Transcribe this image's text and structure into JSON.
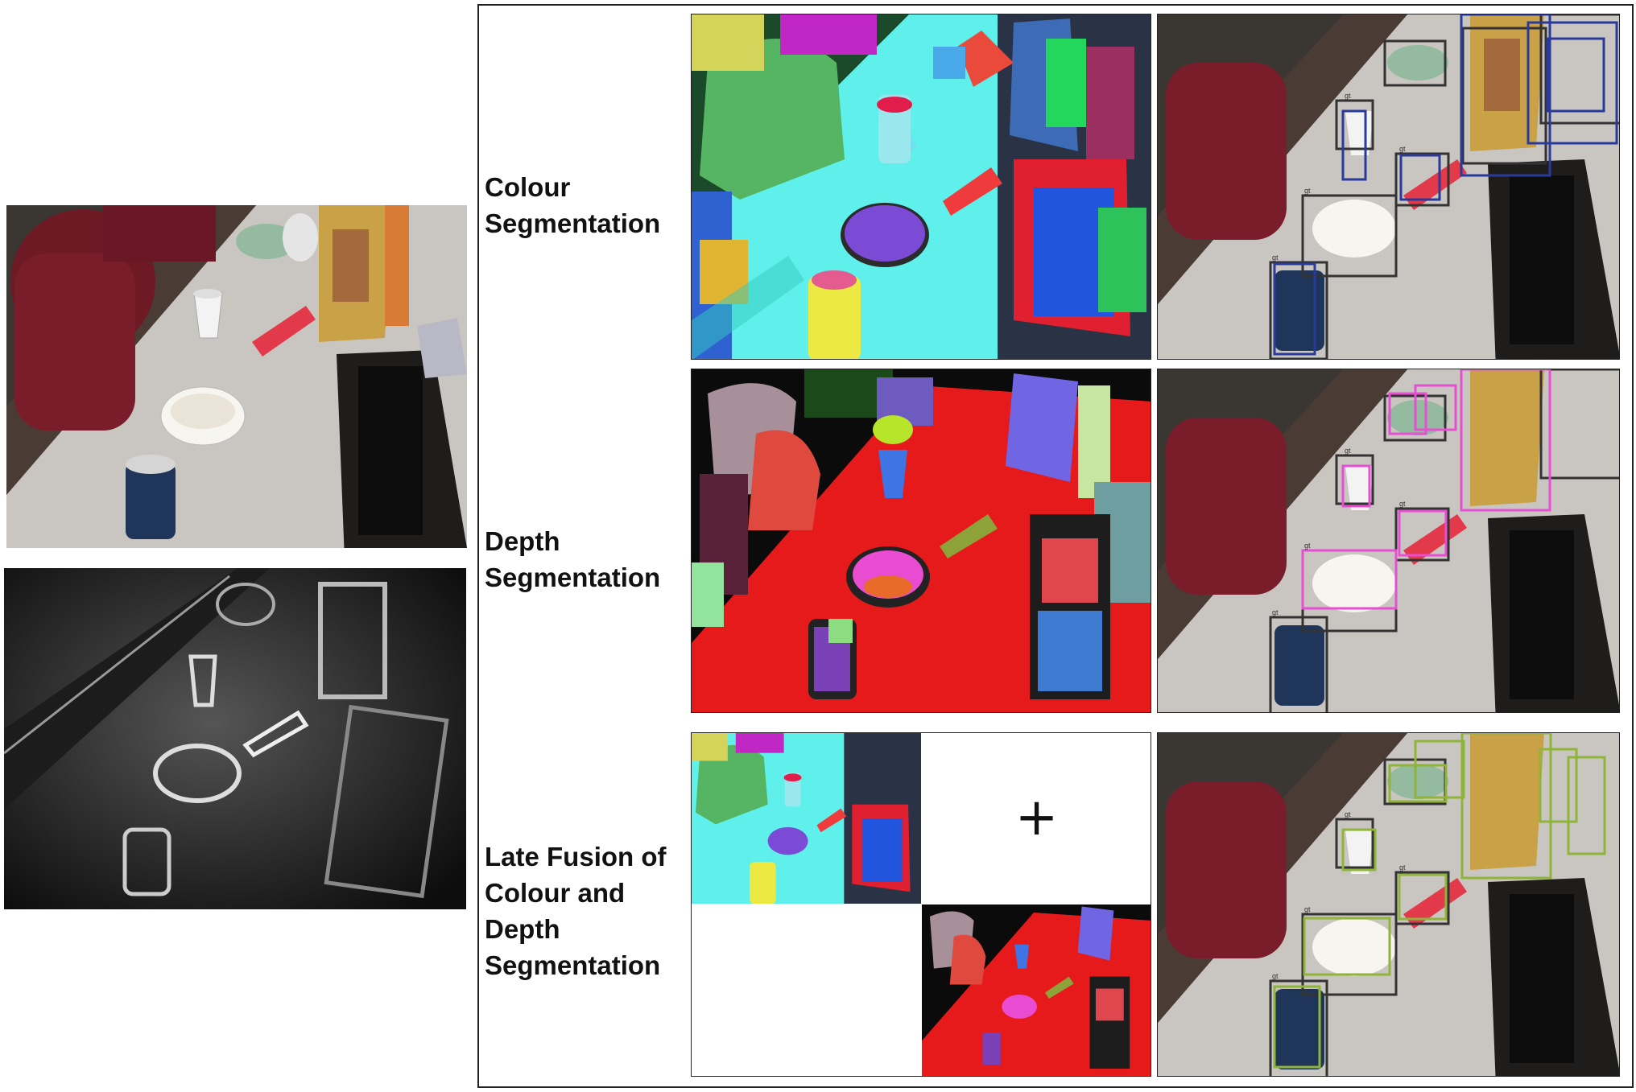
{
  "labels": {
    "colour": [
      "Colour",
      "Segmentation"
    ],
    "depth": [
      "Depth",
      "Segmentation"
    ],
    "fusion": [
      "Late Fusion of",
      "Colour and",
      "Depth",
      "Segmentation"
    ],
    "plus": "+"
  },
  "box_tag": "gt",
  "colors": {
    "colour_boxes": "#2a3a9a",
    "depth_boxes": "#e64fd2",
    "fusion_boxes": "#8fb43a",
    "gt_boxes": "#333333"
  }
}
